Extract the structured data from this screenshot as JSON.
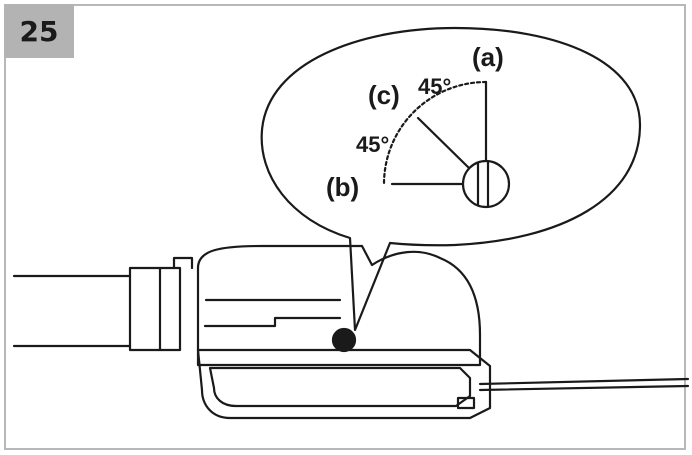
{
  "step": {
    "number": "25"
  },
  "callout": {
    "label_a": "(a)",
    "label_b": "(b)",
    "label_c": "(c)",
    "angle_upper": "45°",
    "angle_lower": "45°"
  },
  "colors": {
    "line": "#1a1a1a",
    "badge": "#b3b3b3",
    "frame": "#b8b8b8"
  }
}
